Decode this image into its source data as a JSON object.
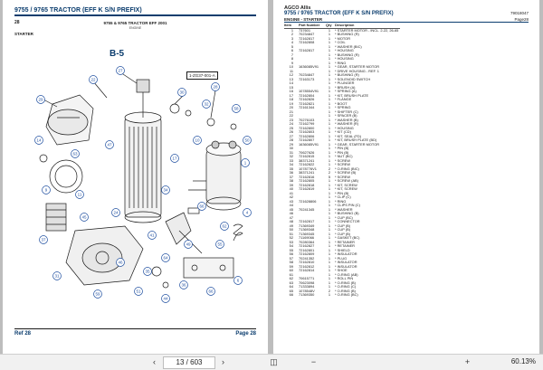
{
  "colors": {
    "viewer_bg": "#bdbdbd",
    "heading_blue": "#0b3d6e",
    "diagram_line": "#1a1a1a",
    "callout_blue": "#1f4fa0"
  },
  "left_page": {
    "header_title": "9755 / 9765 TRACTOR (EFF K S/N PREFIX)",
    "ref_no": "28",
    "subtitle": "9755 & 9765 TRACTOR EFF 2001",
    "subtitle2": "ENGINE",
    "section": "STARTER",
    "diagram_label": "B-5",
    "diagram_ref": "1-ZG37-001-A",
    "footer_left": "Ref  28",
    "footer_right": "Page  28"
  },
  "right_page": {
    "brand": "AGCO Allis",
    "title": "9755 / 9765 TRACTOR (EFF K S/N PREFIX)",
    "doc_id": "79018047",
    "section": "ENGINE - STARTER",
    "page_label": "Page28",
    "columns": [
      "Item",
      "Part Number",
      "Qty",
      "Description"
    ],
    "rows": [
      [
        "1",
        "737601",
        "1",
        "* STARTER MOTOR - INCL. 2-22, 26-65"
      ],
      [
        "2",
        "70234847",
        "1",
        "* BUSHING (R)"
      ],
      [
        "3",
        "72162817",
        "1",
        "* MOTOR"
      ],
      [
        "4",
        "72162808",
        "1",
        "* COIL"
      ],
      [
        "5",
        "",
        "1",
        "* WASHER (BIC)"
      ],
      [
        "6",
        "72162817",
        "1",
        "* HOUSING"
      ],
      [
        "7",
        "",
        "1",
        "* BUSHING (R)"
      ],
      [
        "8",
        "",
        "1",
        "* HOUSING"
      ],
      [
        "9",
        "",
        "1",
        "* RING"
      ],
      [
        "10",
        "1636085V91",
        "1",
        "* GEAR, STARTER MOTOR"
      ],
      [
        "11",
        "",
        "1",
        "* DRIVE HOUSING - REF. 1"
      ],
      [
        "12",
        "70234847",
        "1",
        "* BUSHING (R)"
      ],
      [
        "13",
        "72163173",
        "1",
        "* SOLENOID SWITCH"
      ],
      [
        "14",
        "",
        "1",
        "* PLUNGER"
      ],
      [
        "15",
        "",
        "1",
        "* BRUSH (A)"
      ],
      [
        "16",
        "1078554V91",
        "1",
        "* SPRING (A)"
      ],
      [
        "17",
        "72162804",
        "1",
        "* KIT, BRUSH PLATE"
      ],
      [
        "18",
        "72162826",
        "1",
        "* FLANGE"
      ],
      [
        "19",
        "72162821",
        "1",
        "* BOOT"
      ],
      [
        "20",
        "72161344",
        "1",
        "* SPRING"
      ],
      [
        "21",
        "",
        "1",
        "* SHIFTER (C)"
      ],
      [
        "22",
        "",
        "1",
        "* SPACER (B)"
      ],
      [
        "23",
        "70276103",
        "1",
        "* WASHER (B)"
      ],
      [
        "24",
        "72162799",
        "1",
        "* WASHER (R)"
      ],
      [
        "25",
        "72162800",
        "1",
        "* HOUSING"
      ],
      [
        "26",
        "72162803",
        "1",
        "* KIT (CD)"
      ],
      [
        "27",
        "72162806",
        "1",
        "* KIT, SEAL (FD)"
      ],
      [
        "28",
        "72162807",
        "1",
        "* KIT, BRUSH PLATE (BD)"
      ],
      [
        "29",
        "1636085V91",
        "1",
        "* GEAR, STARTER MOTOR"
      ],
      [
        "30",
        "",
        "1",
        "* PIN (B)"
      ],
      [
        "31",
        "70627626",
        "1",
        "* PIN (B)"
      ],
      [
        "32",
        "72162815",
        "1",
        "* NUT (BC)"
      ],
      [
        "33",
        "38371241",
        "1",
        "* SCREW"
      ],
      [
        "34",
        "72162822",
        "1",
        "* SCREW"
      ],
      [
        "35",
        "1078776V1",
        "2",
        "* O-RING (BIC)"
      ],
      [
        "36",
        "38371241",
        "2",
        "* SCREW (B)"
      ],
      [
        "37",
        "72162816",
        "5",
        "* SCREW"
      ],
      [
        "38",
        "72162805",
        "1",
        "* SCREW (AB)"
      ],
      [
        "39",
        "72162818",
        "1",
        "* KIT, SCREW"
      ],
      [
        "40",
        "72162819",
        "1",
        "* KIT, SCREW"
      ],
      [
        "41",
        "",
        "1",
        "* PIN (B)"
      ],
      [
        "42",
        "",
        "1",
        "* CLIP (C)"
      ],
      [
        "43",
        "721628806",
        "1",
        "* RING"
      ],
      [
        "44",
        "",
        "1",
        "* CLIPS PIN (C)"
      ],
      [
        "45",
        "70241345",
        "1",
        "* WASHER"
      ],
      [
        "46",
        "",
        "1",
        "* BUSHING (B)"
      ],
      [
        "47",
        "",
        "1",
        "* CUP (BC)"
      ],
      [
        "48",
        "72162817",
        "1",
        "* CONNECTOR"
      ],
      [
        "49",
        "71369349",
        "1",
        "* CUP (B)"
      ],
      [
        "50",
        "71369348",
        "1",
        "* CUP (B)"
      ],
      [
        "51",
        "71369345",
        "1",
        "* CUP (B)"
      ],
      [
        "52",
        "71169066",
        "1",
        "* GASKET (BC)"
      ],
      [
        "53",
        "70280364",
        "1",
        "* RETAINER"
      ],
      [
        "54",
        "72162827",
        "1",
        "* RETAINER"
      ],
      [
        "55",
        "72162801",
        "1",
        "* SHIELD"
      ],
      [
        "56",
        "72162809",
        "1",
        "* INSULATOR"
      ],
      [
        "57",
        "70241352",
        "1",
        "* PLUG"
      ],
      [
        "58",
        "72162810",
        "1",
        "* INSULATOR"
      ],
      [
        "59",
        "72162812",
        "1",
        "* INSULATOR"
      ],
      [
        "60",
        "72162814",
        "1",
        "* SHOE"
      ],
      [
        "61",
        "",
        "1",
        "* O-RING (AB)"
      ],
      [
        "62",
        "70615771",
        "1",
        "* ROLL PIN"
      ],
      [
        "63",
        "70623098",
        "1",
        "* O-RING (B)"
      ],
      [
        "64",
        "71333894",
        "1",
        "* O-RING (C)"
      ],
      [
        "65",
        "1078548V",
        "2",
        "* O-RING (B)"
      ],
      [
        "66",
        "71369350",
        "1",
        "* O-RING (BC)"
      ]
    ]
  },
  "toolbar": {
    "current_page": "13",
    "page_total": "/ 603",
    "zoom": "60.13%"
  },
  "callouts": [
    "29",
    "22",
    "27",
    "30",
    "28",
    "63",
    "11",
    "9",
    "37",
    "31",
    "59",
    "51",
    "44",
    "66",
    "6",
    "1",
    "4",
    "10",
    "17",
    "34",
    "49",
    "55",
    "45",
    "24",
    "41",
    "64",
    "32",
    "58",
    "50",
    "14",
    "46",
    "35",
    "36",
    "62",
    "66",
    "47"
  ]
}
